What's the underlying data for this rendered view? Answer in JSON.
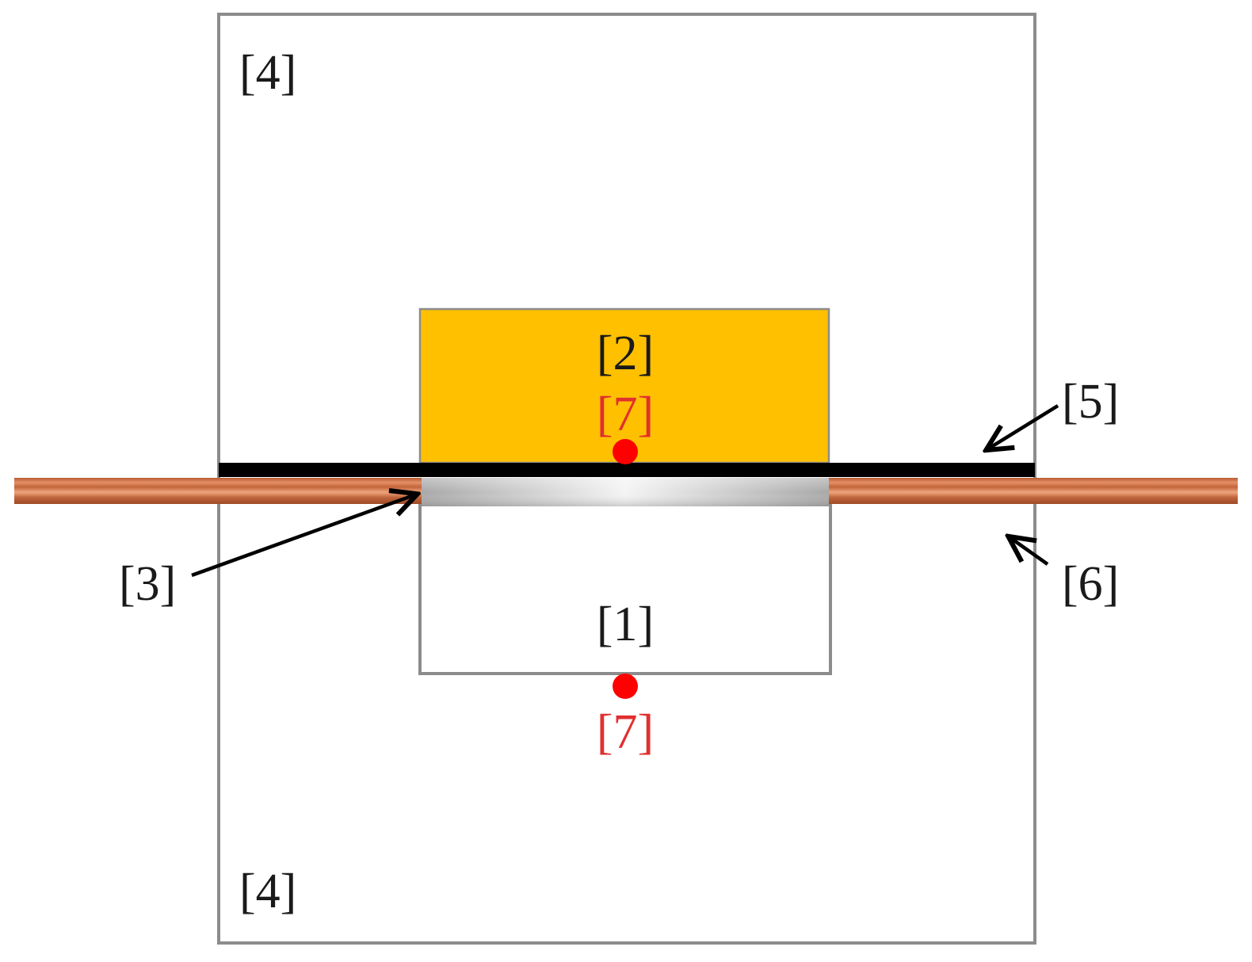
{
  "labels": {
    "outer_top": "[4]",
    "outer_bottom": "[4]",
    "upper_block": "[2]",
    "upper_point": "[7]",
    "lower_block": "[1]",
    "lower_point": "[7]",
    "joint": "[3]",
    "top_layer": "[5]",
    "strip": "[6]"
  },
  "colors": {
    "outer_box_stroke": "#8c8c8c",
    "upper_block_fill": "#ffc000",
    "top_layer": "#000000",
    "strip": "#c8693c",
    "strip_highlight": "#f0a57c",
    "joint_gray": "#b4b4b4",
    "point_red": "#ff0000",
    "label_text": "#1a1a1a",
    "point_label_text": "#e03030",
    "arrow": "#000000"
  }
}
